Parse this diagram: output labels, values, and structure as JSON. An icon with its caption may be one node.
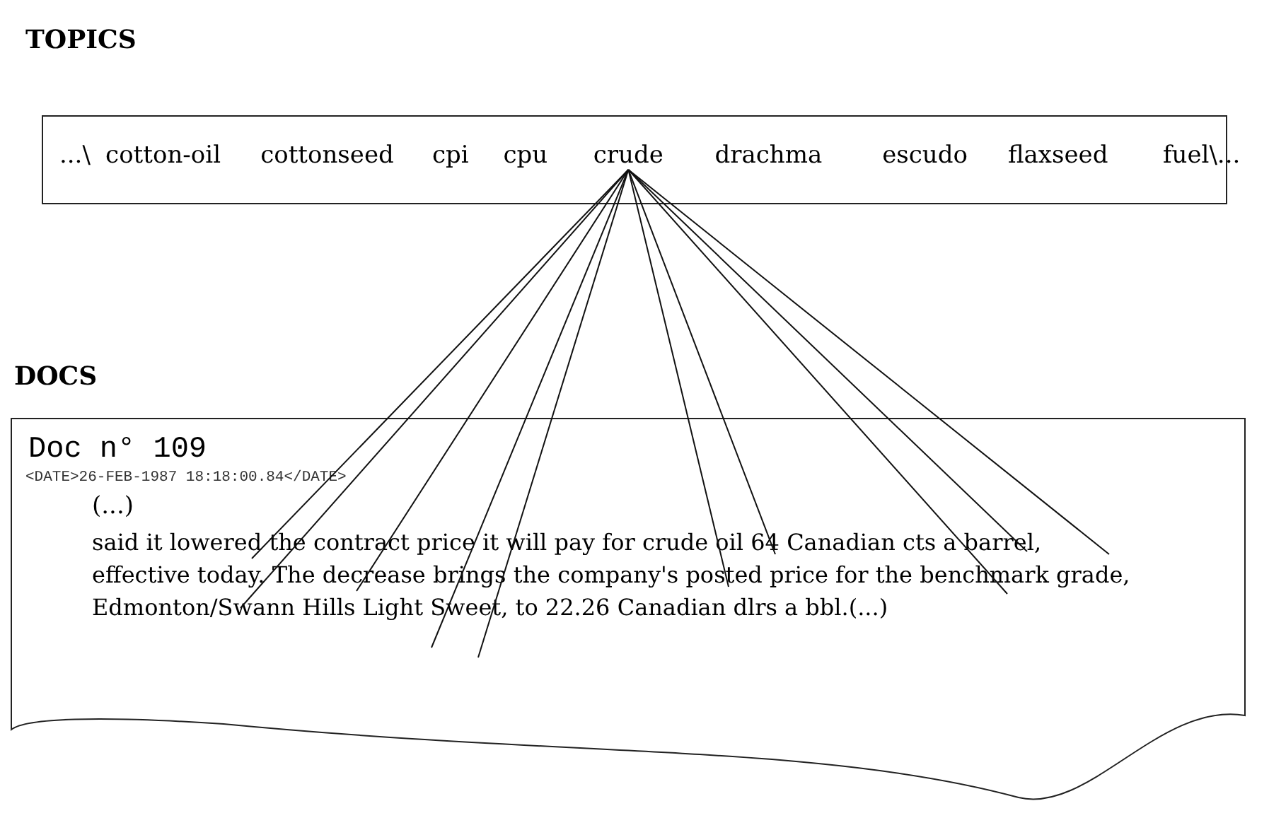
{
  "diagram": {
    "nodes": [
      {
        "text": [
          "TOPICS"
        ]
      },
      {
        "text": [
          "...\\"
        ],
        "in": 0
      },
      {
        "text": [
          "cotton-oil"
        ],
        "in": 0
      },
      {
        "text": [
          "cottonseed"
        ],
        "in": 0
      },
      {
        "text": [
          "cpi"
        ],
        "in": 0
      },
      {
        "text": [
          "cpu"
        ],
        "in": 0
      },
      {
        "text": [
          "crude"
        ],
        "in": 0
      },
      {
        "text": [
          "drachma"
        ],
        "in": 0
      },
      {
        "text": [
          "escudo"
        ],
        "in": 0
      },
      {
        "text": [
          "flaxseed"
        ],
        "in": 0
      },
      {
        "text": [
          "fuel\\..."
        ],
        "in": 0
      },
      {
        "text": [
          "DOCS",
          "Doc n° 109",
          "<DATE>26-FEB-1987 18:18:00.84</DATE>",
          "(...)",
          "said it lowered the contract price it will pay for crude oil 64 Canadian cts a barrel, effective today. The decrease brings the company's posted price for the benchmark grade, Edmonton/Swann Hills Light Sweet, to 22.26 Canadian dlrs a bbl.(...)"
        ]
      }
    ],
    "edges": [
      {
        "from": 6,
        "to": 11,
        "arrow": "none"
      },
      {
        "from": 6,
        "to": 11,
        "arrow": "none"
      },
      {
        "from": 6,
        "to": 11,
        "arrow": "none"
      },
      {
        "from": 6,
        "to": 11,
        "arrow": "none"
      },
      {
        "from": 6,
        "to": 11,
        "arrow": "none"
      },
      {
        "from": 6,
        "to": 11,
        "arrow": "none"
      },
      {
        "from": 6,
        "to": 11,
        "arrow": "none"
      },
      {
        "from": 6,
        "to": 11,
        "arrow": "none"
      },
      {
        "from": 6,
        "to": 11,
        "arrow": "none"
      },
      {
        "from": 6,
        "to": 11,
        "arrow": "none"
      }
    ]
  }
}
